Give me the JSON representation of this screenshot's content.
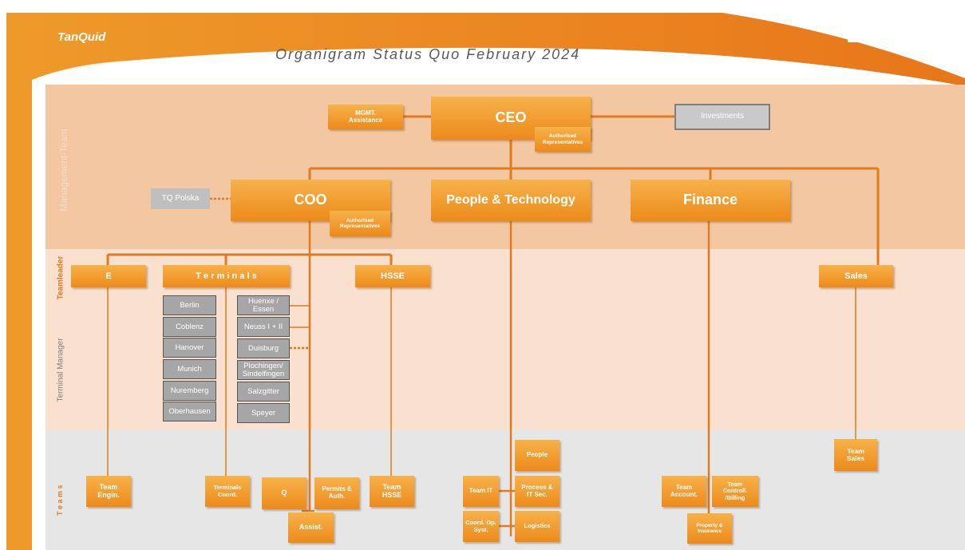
{
  "header": {
    "logo": "TanQuid",
    "title": "Organigram Status Quo February 2024"
  },
  "band_labels": {
    "management": "Management-Team",
    "teamleader": "Teamleader",
    "terminal_manager": "Terminal Manager",
    "teams": "T e a m s"
  },
  "management": {
    "ceo": "CEO",
    "ceo_rep": "Authorised Representatives",
    "mgmt_assistance": "MGMT. Assistance",
    "investments": "Investments",
    "tq_polska": "TQ Polska",
    "coo": "COO",
    "coo_rep": "Authorised Representatives",
    "people_tech": "People & Technology",
    "finance": "Finance"
  },
  "teamleader": {
    "e": "E",
    "terminals": "T e r m i n a l s",
    "hsse": "HSSE",
    "sales": "Sales"
  },
  "terminals_left": [
    "Berlin",
    "Coblenz",
    "Hanover",
    "Munich",
    "Nuremberg",
    "Oberhausen"
  ],
  "terminals_right": [
    "Huenxe / Essen",
    "Neuss I + II",
    "Duisburg",
    "Plochingen/ Sindelfingen",
    "Salzgitter",
    "Speyer"
  ],
  "teams": {
    "team_engin": "Team Engin.",
    "terminals_coord": "Terminals Coord.",
    "q": "Q",
    "permits": "Permits & Auth.",
    "assist": "Assist.",
    "team_hsse": "Team HSSE",
    "people": "People",
    "team_it": "Team IT",
    "process_it": "Process & IT Sec.",
    "coord_op": "Coord. Op. Syst.",
    "logistics": "Logistics",
    "team_account": "Team Account.",
    "team_controll": "Team Controll. /Billing",
    "property": "Property & Insurance",
    "team_sales": "Team Sales"
  },
  "colors": {
    "orange": "#ec8a1b",
    "line": "#e07b22",
    "band_management": "#f2c7a2",
    "band_terminal": "#f9e0cf",
    "band_teams": "#e6e6e6",
    "grey_box": "#a6a6a6"
  }
}
